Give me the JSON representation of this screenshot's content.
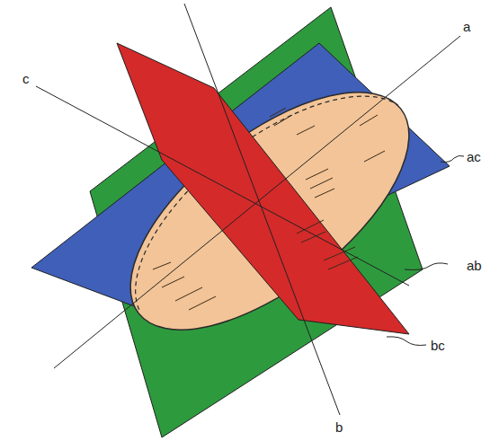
{
  "diagram": {
    "labels": [
      "c",
      "a",
      "ac",
      "ab",
      "bc",
      "b"
    ]
  }
}
